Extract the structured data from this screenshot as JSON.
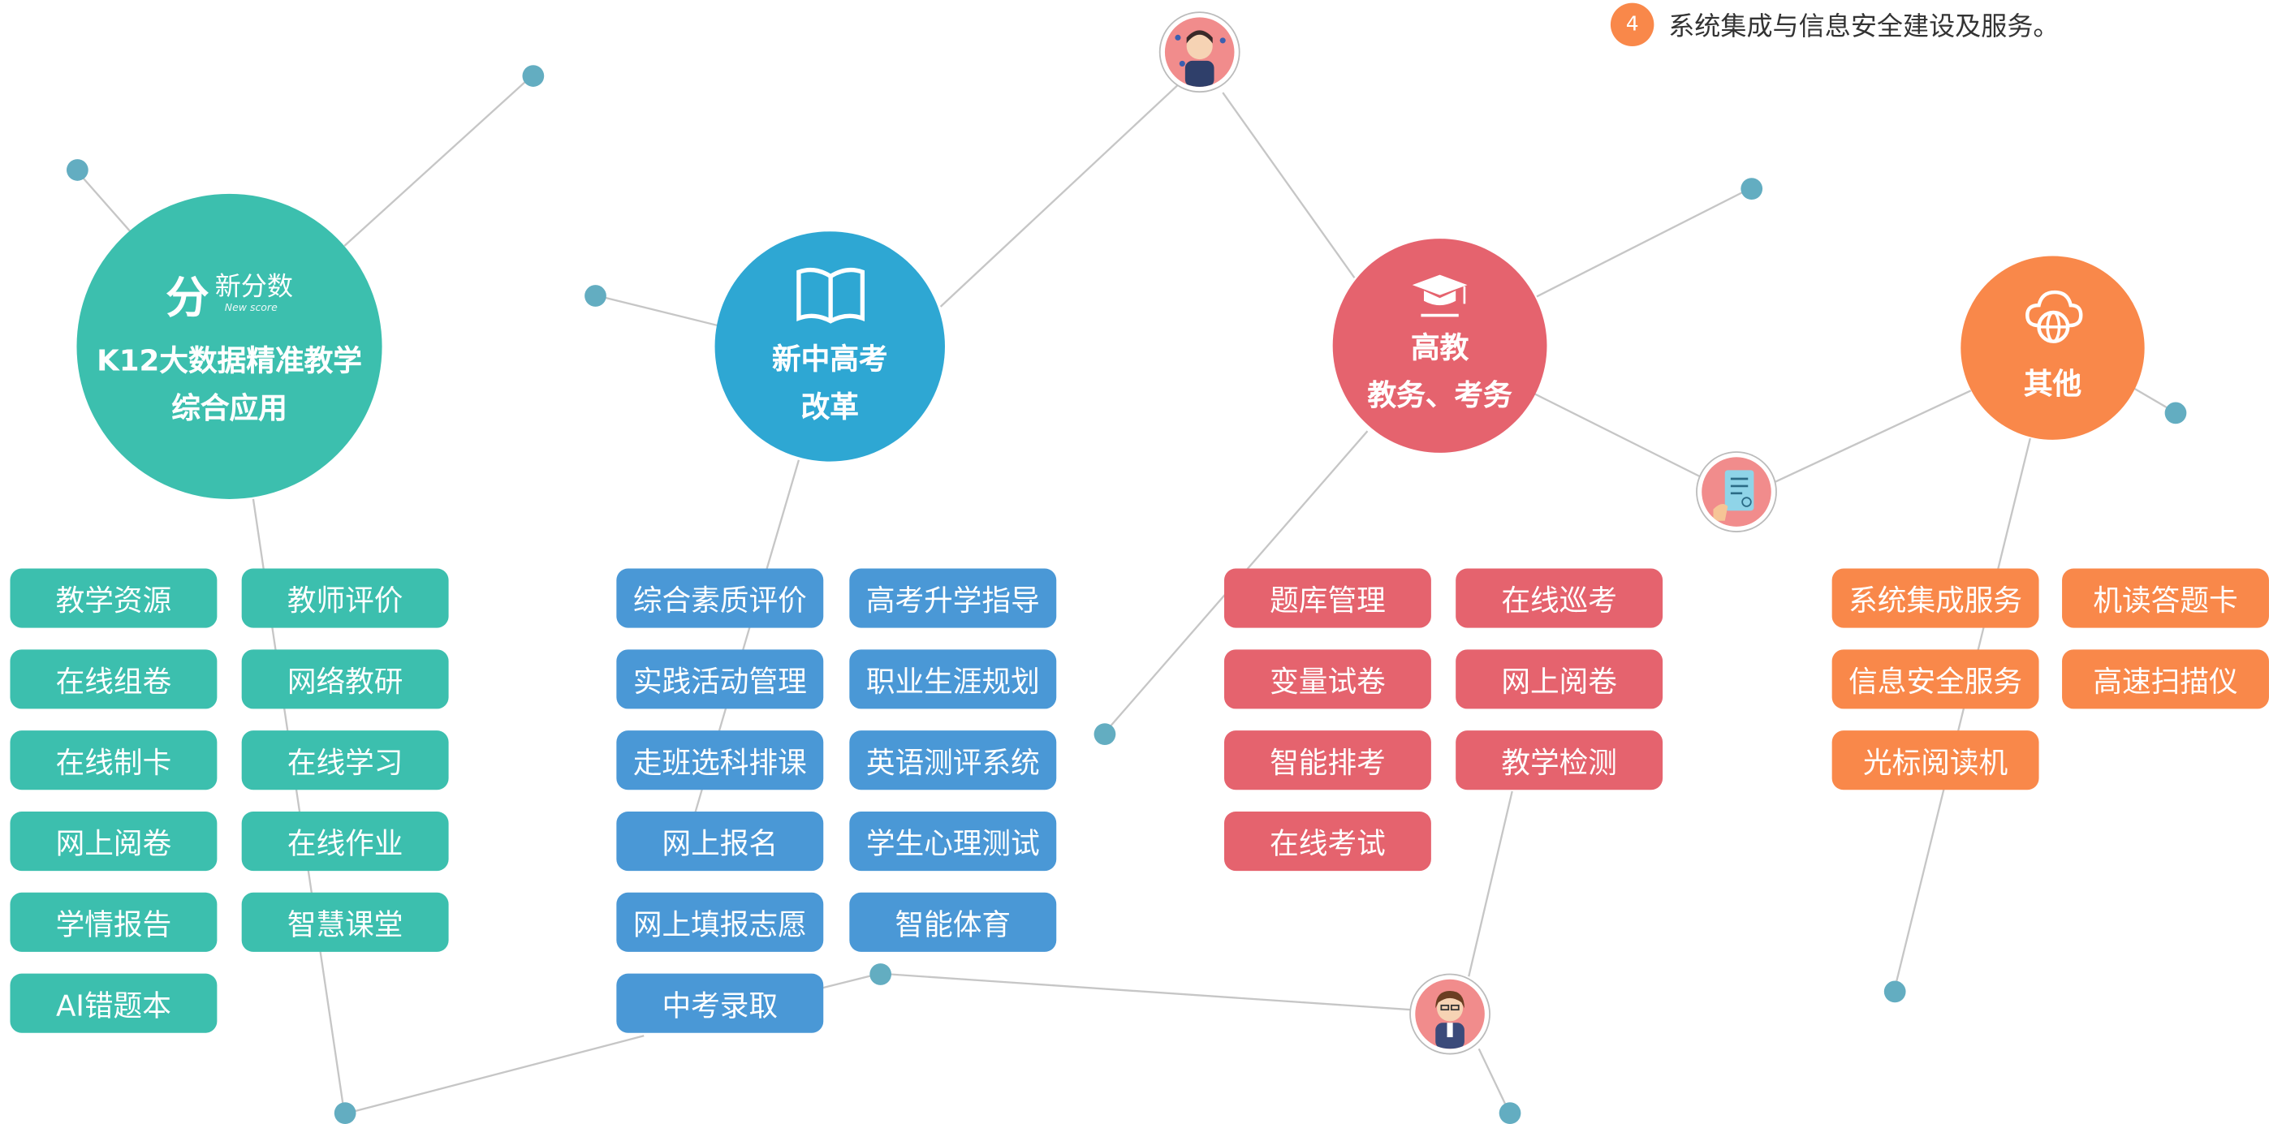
{
  "colors": {
    "teal": "#3cbfae",
    "blue": "#4a98d6",
    "hub_blue": "#2ea7d3",
    "red": "#e5636e",
    "orange": "#f9884a",
    "line": "#c6c6c6"
  },
  "note": {
    "number": "4",
    "text": "系统集成与信息安全建设及服务。"
  },
  "logo": {
    "glyph": "分",
    "name": "新分数",
    "sub": "New score"
  },
  "hubs": {
    "k12": {
      "line1": "K12大数据精准教学",
      "line2": "综合应用",
      "icon": "xinfenshu-logo"
    },
    "gaokao": {
      "line1": "新中高考",
      "line2": "改革",
      "icon": "open-book-icon"
    },
    "higher": {
      "line1": "高教",
      "line2": "教务、考务",
      "icon": "graduation-cap-icon"
    },
    "other": {
      "line1": "其他",
      "icon": "globe-cloud-icon"
    }
  },
  "k12_items": [
    "教学资源",
    "教师评价",
    "在线组卷",
    "网络教研",
    "在线制卡",
    "在线学习",
    "网上阅卷",
    "在线作业",
    "学情报告",
    "智慧课堂",
    "AI错题本"
  ],
  "gaokao_items": [
    "综合素质评价",
    "高考升学指导",
    "实践活动管理",
    "职业生涯规划",
    "走班选科排课",
    "英语测评系统",
    "网上报名",
    "学生心理测试",
    "网上填报志愿",
    "智能体育",
    "中考录取"
  ],
  "higher_items": [
    "题库管理",
    "在线巡考",
    "变量试卷",
    "网上阅卷",
    "智能排考",
    "教学检测",
    "在线考试"
  ],
  "other_items": [
    "系统集成服务",
    "机读答题卡",
    "信息安全服务",
    "高速扫描仪",
    "光标阅读机"
  ]
}
